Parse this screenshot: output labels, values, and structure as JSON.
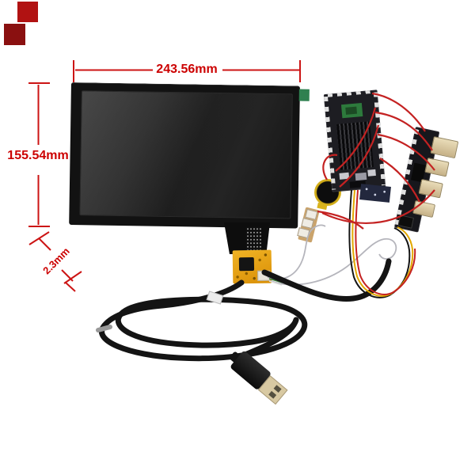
{
  "page": {
    "background": "#ffffff",
    "description": "Product photo of a capacitive touch LCD display module with touch flex cable, driver board, speaker, button board, wiring harness and USB cable"
  },
  "markers": {
    "square1_color": "#b11212",
    "square2_color": "#8a1010"
  },
  "dimensions": {
    "line_color": "#cc1414",
    "text_color": "#cc0000",
    "width_label": "243.56mm",
    "height_label": "155.54mm",
    "thickness_label": "2.3mm"
  },
  "components": {
    "lcd_panel": {
      "name": "lcd-touch-panel",
      "bezel_color": "#121212",
      "green_tab_color": "#2f8050"
    },
    "touch_flex": {
      "name": "touch-flex-tail",
      "color": "#0d0d0d"
    },
    "fpc_board": {
      "name": "touch-controller-fpc",
      "color": "#e8a10e"
    },
    "speaker": {
      "name": "round-speaker",
      "ring_color": "#d9b31c"
    },
    "driver_board": {
      "name": "lcd-driver-board",
      "pcb_color": "#1d1d22",
      "heatsink": true,
      "module_color": "#2d7a3c"
    },
    "button_board": {
      "name": "interface-button-board",
      "pcb_color": "#17171c",
      "connector_color": "#d8c9a2"
    },
    "sub_connector": {
      "name": "blue-connector-board",
      "color": "#23283e"
    },
    "header_strip": {
      "name": "tan-header-strip",
      "color": "#caa36b"
    },
    "usb_plug": {
      "name": "usb-a-plug",
      "shell_color": "#161616",
      "tip_color": "#d8c9a2"
    },
    "cable_tie": {
      "name": "cable-label",
      "color": "#ececec"
    },
    "wires": {
      "red": "#c42222",
      "yellow": "#e2a800",
      "green": "#3a7d3a",
      "white": "#dddddd",
      "grey": "#b5b5bc",
      "cable_black": "#141414"
    }
  }
}
